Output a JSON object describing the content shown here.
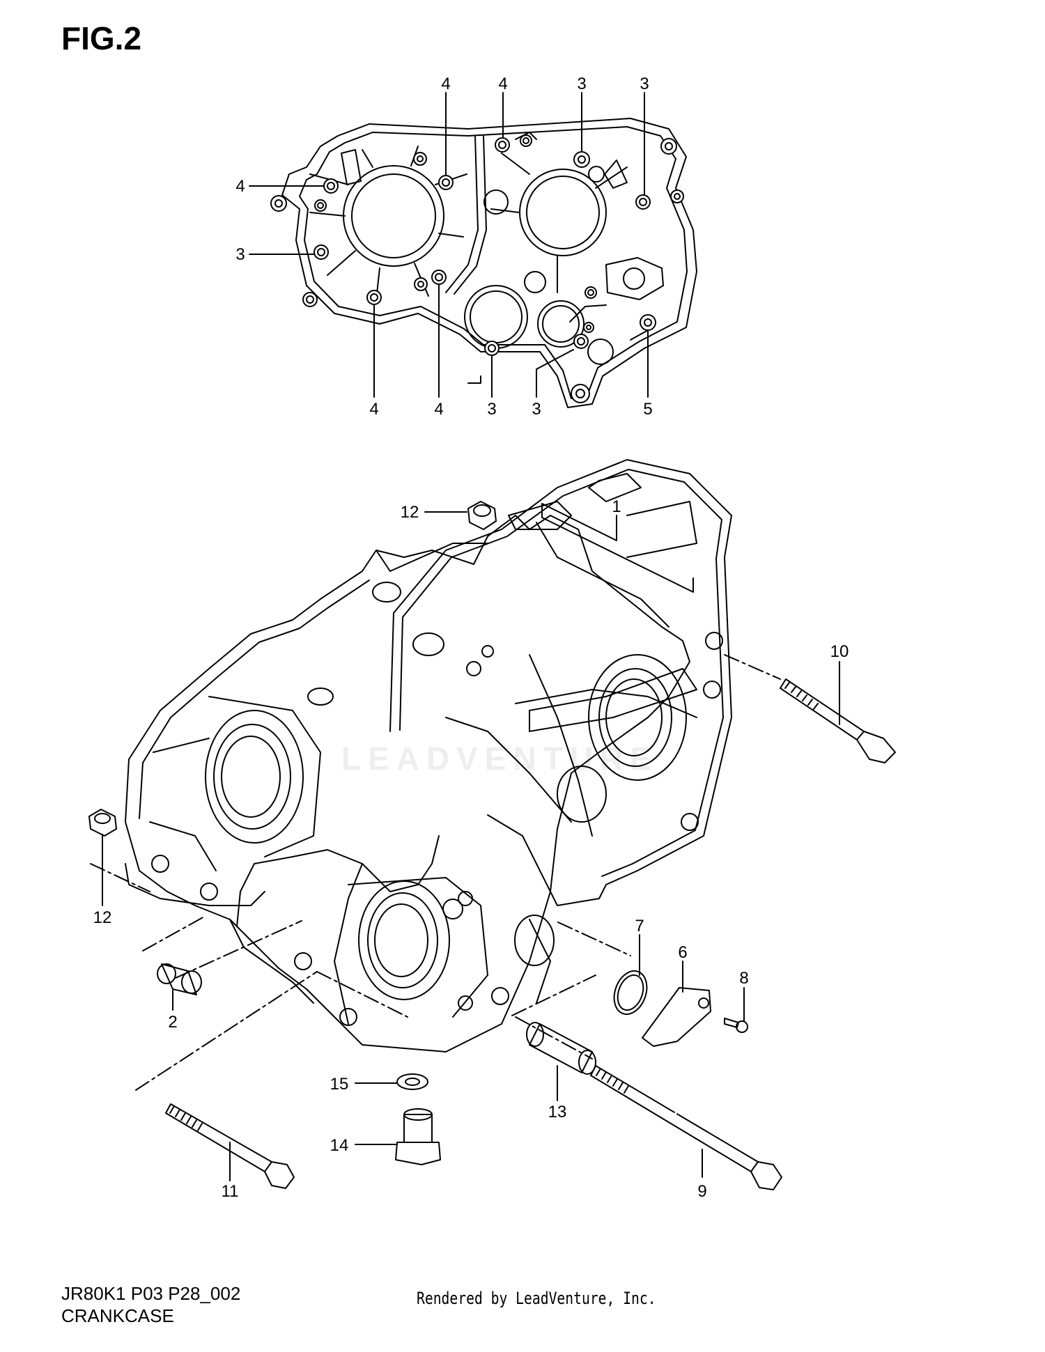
{
  "figure": {
    "title": "FIG.2",
    "model_code": "JR80K1 P03 P28_002",
    "section_name": "CRANKCASE",
    "credit": "Rendered by LeadVenture, Inc.",
    "watermark": "LEADVENTURE"
  },
  "gasket_callouts": [
    {
      "id": "top-1",
      "label": "4"
    },
    {
      "id": "top-2",
      "label": "4"
    },
    {
      "id": "top-3",
      "label": "3"
    },
    {
      "id": "top-4",
      "label": "3"
    },
    {
      "id": "left-1",
      "label": "4"
    },
    {
      "id": "left-2",
      "label": "3"
    },
    {
      "id": "bottom-1",
      "label": "4"
    },
    {
      "id": "bottom-2",
      "label": "4"
    },
    {
      "id": "bottom-3",
      "label": "3"
    },
    {
      "id": "bottom-4",
      "label": "3"
    },
    {
      "id": "bottom-5",
      "label": "5"
    }
  ],
  "part_callouts": [
    {
      "id": "p1",
      "label": "1"
    },
    {
      "id": "p2",
      "label": "2"
    },
    {
      "id": "p6",
      "label": "6"
    },
    {
      "id": "p7",
      "label": "7"
    },
    {
      "id": "p8",
      "label": "8"
    },
    {
      "id": "p9",
      "label": "9"
    },
    {
      "id": "p10",
      "label": "10"
    },
    {
      "id": "p11",
      "label": "11"
    },
    {
      "id": "p12a",
      "label": "12"
    },
    {
      "id": "p12b",
      "label": "12"
    },
    {
      "id": "p13",
      "label": "13"
    },
    {
      "id": "p14",
      "label": "14"
    },
    {
      "id": "p15",
      "label": "15"
    }
  ]
}
